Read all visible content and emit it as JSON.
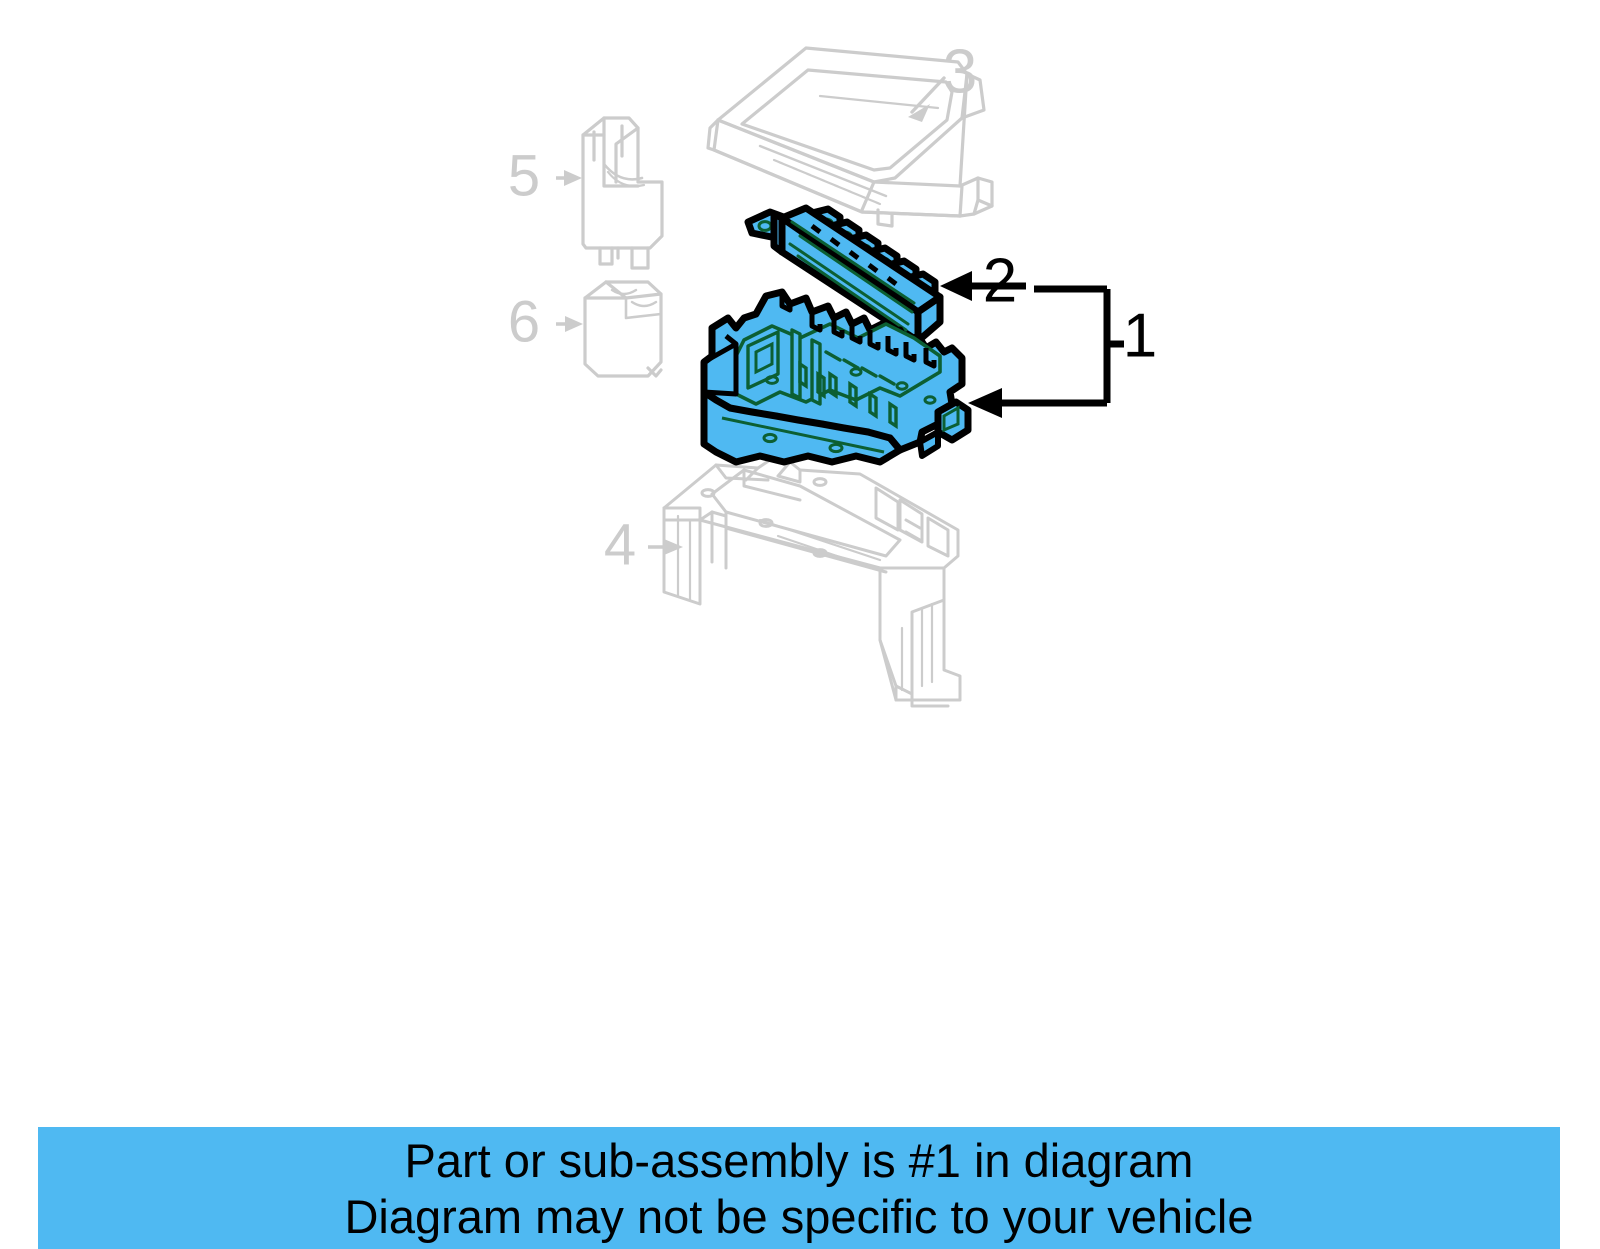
{
  "diagram": {
    "title": "Exploded parts diagram - fuse / relay box assembly",
    "background_color": "#ffffff",
    "highlight_color": "#4fb9f2",
    "outline_color": "#000000",
    "ghost_color": "#cccccc",
    "callouts": [
      {
        "id": "1",
        "label": "1",
        "style": "black",
        "description": "Bracket grouping callouts pointing to the bus bar and the fuse box housing base"
      },
      {
        "id": "2",
        "label": "2",
        "style": "black",
        "description": "Bus bar / terminal strip with six ring terminals"
      },
      {
        "id": "3",
        "label": "3",
        "style": "ghost",
        "description": "Fuse box upper cover / lid"
      },
      {
        "id": "4",
        "label": "4",
        "style": "ghost",
        "description": "Mounting bracket tray below the housing"
      },
      {
        "id": "5",
        "label": "5",
        "style": "ghost",
        "description": "Tall relay / fusible link module"
      },
      {
        "id": "6",
        "label": "6",
        "style": "ghost",
        "description": "Short relay block"
      }
    ],
    "highlighted_parts": [
      "bus-bar-terminal-strip",
      "fuse-box-housing-base"
    ]
  },
  "banner": {
    "background_color": "#4fb9f2",
    "text_color": "#000000",
    "line1": "Part or sub-assembly is #1 in diagram",
    "line2": "Diagram may not be specific to your vehicle"
  }
}
